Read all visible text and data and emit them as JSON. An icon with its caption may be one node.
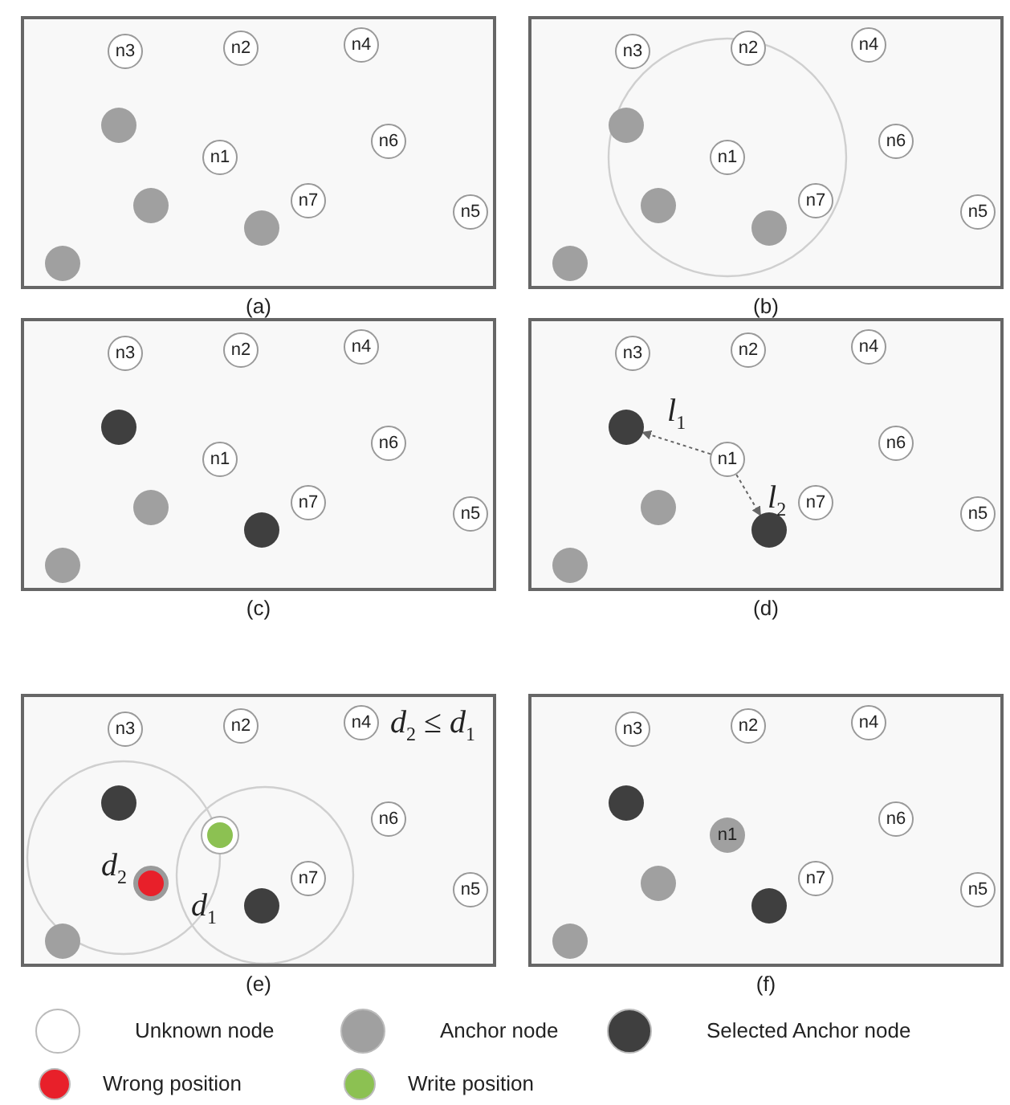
{
  "diagram": {
    "nodes": [
      {
        "text": [],
        "shape": "box",
        "beside": [
          "(a)"
        ]
      },
      {
        "text": [
          "n3"
        ],
        "in": 0
      },
      {
        "text": [
          "n2"
        ],
        "in": 0
      },
      {
        "text": [
          "n4"
        ],
        "in": 0
      },
      {
        "text": [],
        "shape": "circle",
        "in": 0
      },
      {
        "text": [
          "n1"
        ],
        "in": 0
      },
      {
        "text": [
          "n6"
        ],
        "in": 0
      },
      {
        "text": [],
        "shape": "circle",
        "in": 0
      },
      {
        "text": [
          "n7"
        ],
        "in": 0
      },
      {
        "text": [],
        "shape": "circle",
        "in": 0
      },
      {
        "text": [
          "n5"
        ],
        "in": 0
      },
      {
        "text": [],
        "shape": "circle",
        "in": 0
      },
      {
        "text": [],
        "shape": "box",
        "beside": [
          "(b)"
        ]
      },
      {
        "text": [
          "n3"
        ],
        "in": 12
      },
      {
        "text": [
          "n2"
        ],
        "in": 12
      },
      {
        "text": [
          "n4"
        ],
        "in": 12
      },
      {
        "text": [],
        "shape": "circle",
        "in": 12
      },
      {
        "text": [
          "n1"
        ],
        "in": 12
      },
      {
        "text": [
          "n6"
        ],
        "in": 12
      },
      {
        "text": [],
        "shape": "circle",
        "in": 12
      },
      {
        "text": [
          "n7"
        ],
        "in": 12
      },
      {
        "text": [],
        "shape": "circle",
        "in": 12
      },
      {
        "text": [
          "n5"
        ],
        "in": 12
      },
      {
        "text": [],
        "shape": "circle",
        "in": 12
      },
      {
        "text": [],
        "shape": "box",
        "beside": [
          "(c)"
        ]
      },
      {
        "text": [
          "n3"
        ],
        "in": 24
      },
      {
        "text": [
          "n2"
        ],
        "in": 24
      },
      {
        "text": [
          "n4"
        ],
        "in": 24
      },
      {
        "text": [],
        "shape": "circle",
        "in": 24
      },
      {
        "text": [
          "n1"
        ],
        "in": 24
      },
      {
        "text": [
          "n6"
        ],
        "in": 24
      },
      {
        "text": [],
        "shape": "circle",
        "in": 24
      },
      {
        "text": [
          "n7"
        ],
        "in": 24
      },
      {
        "text": [],
        "shape": "circle",
        "in": 24
      },
      {
        "text": [
          "n5"
        ],
        "in": 24
      },
      {
        "text": [],
        "shape": "circle",
        "in": 24
      },
      {
        "text": [],
        "shape": "box",
        "beside": [
          "(d)"
        ]
      },
      {
        "text": [
          "n3"
        ],
        "in": 36
      },
      {
        "text": [
          "n2"
        ],
        "in": 36
      },
      {
        "text": [
          "n4"
        ],
        "in": 36
      },
      {
        "text": [],
        "shape": "circle",
        "in": 36
      },
      {
        "text": [
          "n1"
        ],
        "in": 36
      },
      {
        "text": [
          "n6"
        ],
        "in": 36
      },
      {
        "text": [],
        "shape": "circle",
        "in": 36
      },
      {
        "text": [
          "n7"
        ],
        "in": 36
      },
      {
        "text": [],
        "shape": "circle",
        "in": 36
      },
      {
        "text": [
          "n5"
        ],
        "in": 36
      },
      {
        "text": [],
        "shape": "circle",
        "in": 36
      },
      {
        "text": [],
        "shape": "box",
        "beside": [
          "(e)"
        ]
      },
      {
        "text": [
          "n3"
        ],
        "in": 48
      },
      {
        "text": [
          "n2"
        ],
        "in": 48
      },
      {
        "text": [
          "n4"
        ],
        "in": 48
      },
      {
        "text": [],
        "shape": "circle",
        "in": 48
      },
      {
        "text": [],
        "shape": "circle",
        "in": 48
      },
      {
        "text": [
          "n6"
        ],
        "in": 48
      },
      {
        "text": [],
        "shape": "circle",
        "in": 48
      },
      {
        "text": [
          "n7"
        ],
        "in": 48
      },
      {
        "text": [],
        "shape": "circle",
        "in": 48
      },
      {
        "text": [
          "n5"
        ],
        "in": 48
      },
      {
        "text": [],
        "shape": "circle",
        "in": 48
      },
      {
        "text": [],
        "shape": "box",
        "beside": [
          "(f)"
        ]
      },
      {
        "text": [
          "n3"
        ],
        "in": 60
      },
      {
        "text": [
          "n2"
        ],
        "in": 60
      },
      {
        "text": [
          "n4"
        ],
        "in": 60
      },
      {
        "text": [],
        "shape": "circle",
        "in": 60
      },
      {
        "text": [
          "n1"
        ],
        "in": 60
      },
      {
        "text": [
          "n6"
        ],
        "in": 60
      },
      {
        "text": [],
        "shape": "circle",
        "in": 60
      },
      {
        "text": [
          "n7"
        ],
        "in": 60
      },
      {
        "text": [],
        "shape": "circle",
        "in": 60
      },
      {
        "text": [
          "n5"
        ],
        "in": 60
      },
      {
        "text": [],
        "shape": "circle",
        "in": 60
      }
    ],
    "edges": [
      {
        "from": 41,
        "to": 40,
        "arrow": "to",
        "style": "dashed",
        "label": "*l*$_{1}$"
      },
      {
        "from": 41,
        "to": 45,
        "arrow": "to",
        "style": "dashed",
        "label": "*l*$_{2}$"
      }
    ],
    "labels": [
      "*d*$_{2}$ ≤ *d*$_{1}$",
      "*d*$_{2}$",
      "*d*$_{1}$"
    ],
    "legend": [
      {
        "text": "Unknown node",
        "color": "#ffffff"
      },
      {
        "text": "Anchor node",
        "color": "#a0a0a0"
      },
      {
        "text": "Selected Anchor node",
        "color": "#3f3f3f"
      },
      {
        "text": "Wrong position",
        "color": "#e8202a"
      },
      {
        "text": "Write position",
        "color": "#8cc152"
      }
    ]
  }
}
